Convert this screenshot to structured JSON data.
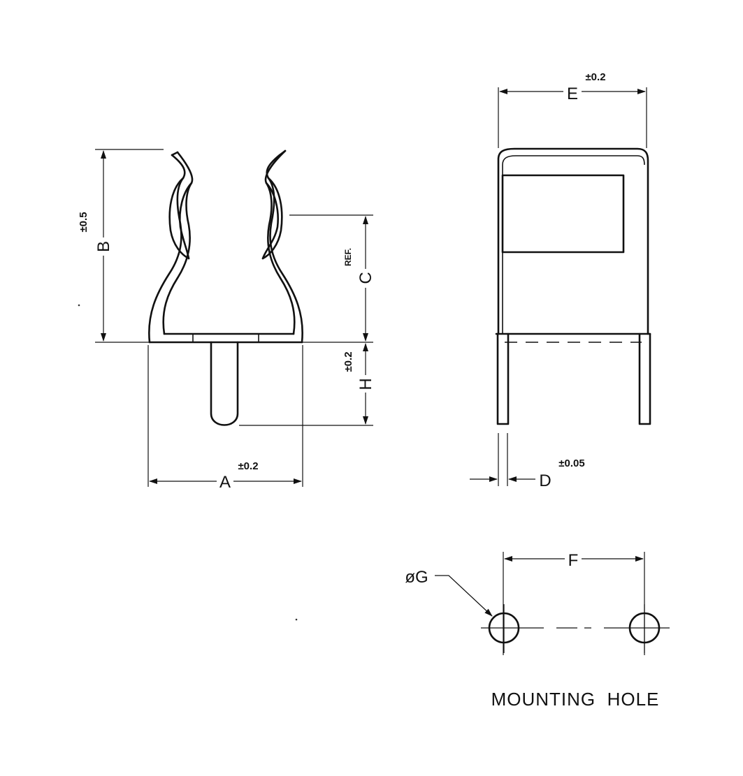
{
  "dimensions": {
    "A": {
      "label": "A",
      "tolerance": "±0.2"
    },
    "B": {
      "label": "B",
      "tolerance": "±0.5"
    },
    "C": {
      "label": "C",
      "note": "REF."
    },
    "D": {
      "label": "D",
      "tolerance": "±0.05"
    },
    "E": {
      "label": "E",
      "tolerance": "±0.2"
    },
    "F": {
      "label": "F"
    },
    "G": {
      "label": "øG"
    },
    "H": {
      "label": "H",
      "tolerance": "±0.2"
    }
  },
  "mounting_hole": {
    "title": "MOUNTING  HOLE"
  }
}
